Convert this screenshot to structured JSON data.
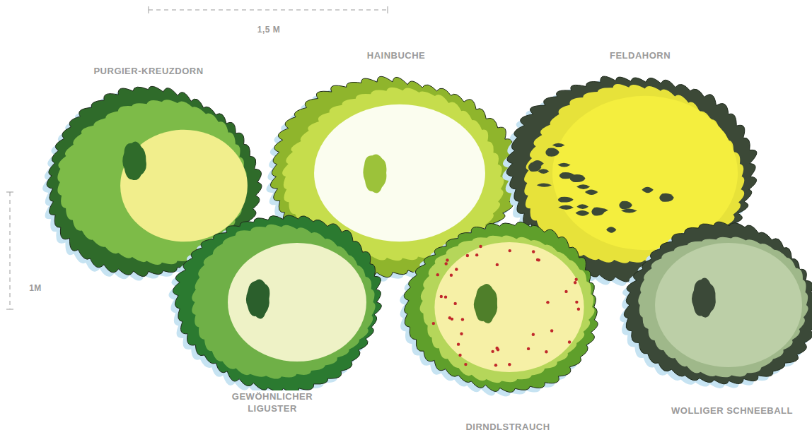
{
  "diagram": {
    "nodes": [
      {
        "text": [
          "PURGIER-KREUZDORN"
        ]
      },
      {
        "text": [
          "HAINBUCHE"
        ]
      },
      {
        "text": [
          "FELDAHORN"
        ]
      },
      {
        "text": [
          "GEWÖHNLICHER LIGUSTER"
        ]
      },
      {
        "text": [
          "DIRNDLSTRAUCH"
        ]
      },
      {
        "text": [
          "WOLLIGER SCHNEEBALL"
        ]
      }
    ],
    "labels": [
      "1,5 M",
      "1M"
    ]
  }
}
